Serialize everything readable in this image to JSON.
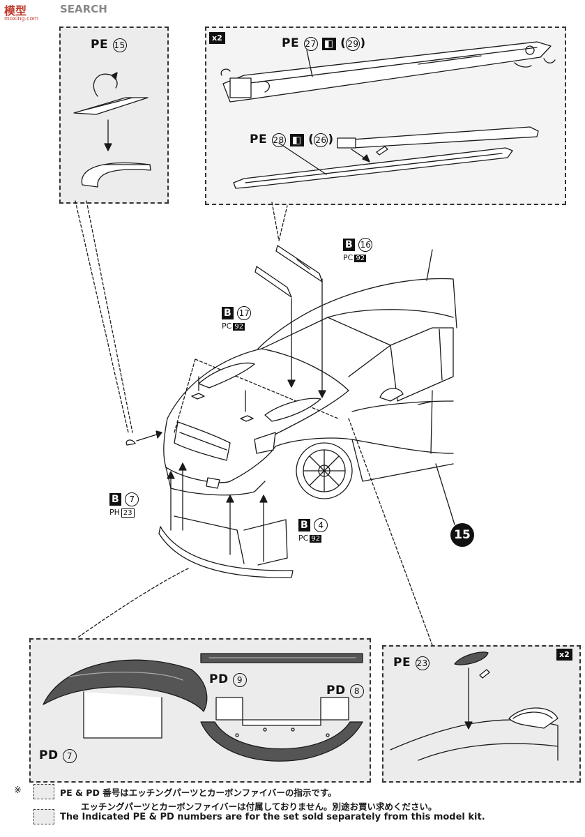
{
  "watermark": {
    "brand": "模型",
    "text": "SEARCH",
    "url": "moxing.com"
  },
  "step_number": "15",
  "callout_top_left": {
    "part": "PE",
    "number": "15"
  },
  "callout_top_right": {
    "multiplier": "x2",
    "part_a": {
      "part": "PE",
      "number": "27",
      "alt": "29"
    },
    "part_b": {
      "part": "PE",
      "number": "28",
      "alt": "26"
    }
  },
  "labels": {
    "b16": {
      "letter": "B",
      "number": "16",
      "paint": "PC",
      "paint_code": "92"
    },
    "b17": {
      "letter": "B",
      "number": "17",
      "paint": "PC",
      "paint_code": "92"
    },
    "b7": {
      "letter": "B",
      "number": "7",
      "paint": "PH",
      "paint_code": "23"
    },
    "b4": {
      "letter": "B",
      "number": "4",
      "paint": "PC",
      "paint_code": "92"
    }
  },
  "callout_bottom_left": {
    "pd9": {
      "part": "PD",
      "number": "9"
    },
    "pd8": {
      "part": "PD",
      "number": "8"
    },
    "pd7": {
      "part": "PD",
      "number": "7"
    }
  },
  "callout_bottom_right": {
    "multiplier": "x2",
    "pe23": {
      "part": "PE",
      "number": "23"
    }
  },
  "footnote": {
    "mark": "※",
    "jp_line1": "PE & PD 番号はエッチングパーツとカーボンファイバーの指示です。",
    "jp_line2": "エッチングパーツとカーボンファイバーは付属しておりません。別途お買い求めください。",
    "en_line": "The Indicated PE & PD numbers are for the set sold separately from this model kit."
  },
  "colors": {
    "line": "#1a1a1a",
    "callout_bg": "#ececec",
    "carbon": "#555555"
  }
}
